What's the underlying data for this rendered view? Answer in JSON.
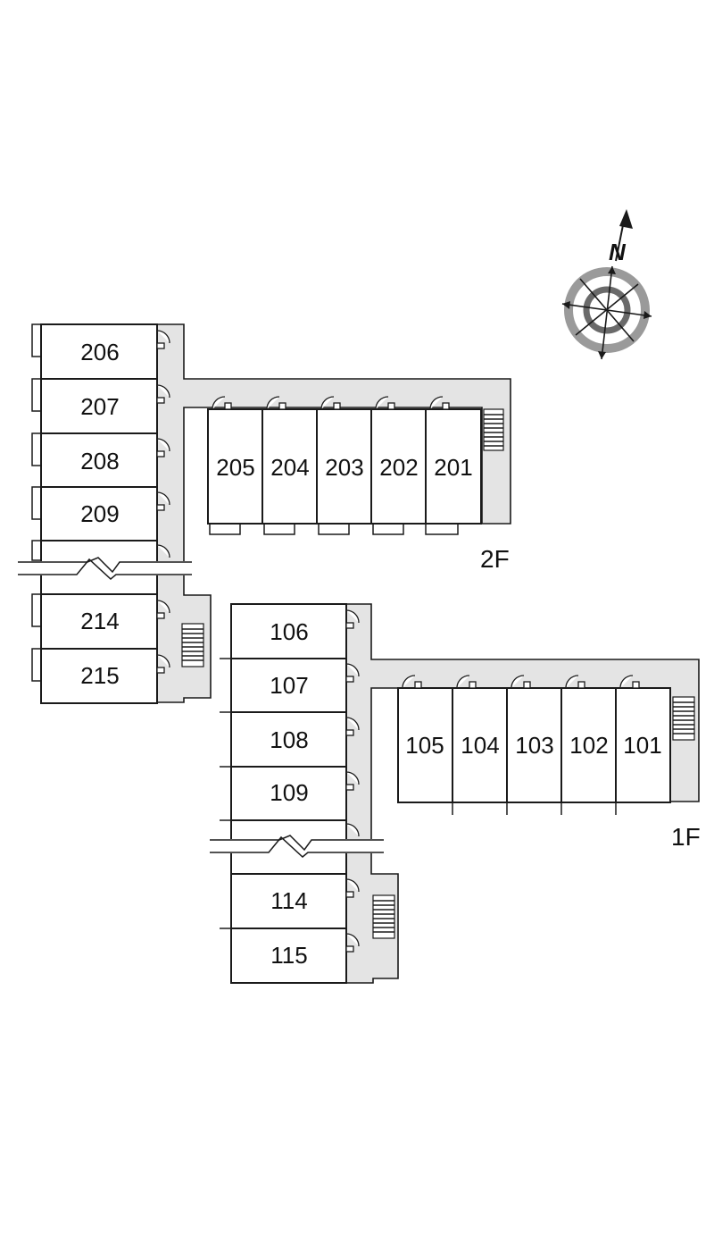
{
  "compass": {
    "north_label": "N",
    "icon": "compass-icon"
  },
  "floors": {
    "second": {
      "label": "2F",
      "wing_vertical_units": [
        "206",
        "207",
        "208",
        "209",
        "",
        "214",
        "215"
      ],
      "wing_horizontal_units": [
        "205",
        "204",
        "203",
        "202",
        "201"
      ]
    },
    "first": {
      "label": "1F",
      "wing_vertical_units": [
        "106",
        "107",
        "108",
        "109",
        "",
        "114",
        "115"
      ],
      "wing_horizontal_units": [
        "105",
        "104",
        "103",
        "102",
        "101"
      ]
    }
  },
  "colors": {
    "line": "#1a1a1a",
    "corridor": "#e4e4e4",
    "compass_ring": "#9a9a9a"
  }
}
